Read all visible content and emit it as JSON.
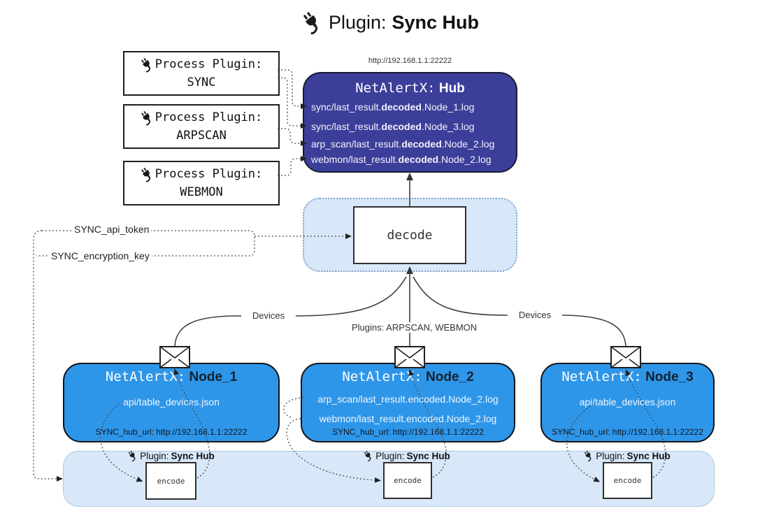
{
  "title": {
    "prefix": "Plugin:",
    "bold": "Sync Hub"
  },
  "process_plugins": [
    {
      "label": "Process Plugin:",
      "name": "SYNC"
    },
    {
      "label": "Process Plugin:",
      "name": "ARPSCAN"
    },
    {
      "label": "Process Plugin:",
      "name": "WEBMON"
    }
  ],
  "hub": {
    "url": "http://192.168.1.1:22222",
    "title_mono": "NetAlertX:",
    "title_bold": "Hub",
    "log_lines": [
      {
        "pre": "sync/last_result.",
        "bold": "decoded",
        "post": ".Node_1.log"
      },
      {
        "pre": "sync/last_result.",
        "bold": "decoded",
        "post": ".Node_3.log"
      },
      {
        "pre": "arp_scan/last_result.",
        "bold": "decoded",
        "post": ".Node_2.log"
      },
      {
        "pre": "webmon/last_result.",
        "bold": "decoded",
        "post": ".Node_2.log"
      }
    ]
  },
  "decode": {
    "label": "decode"
  },
  "settings": {
    "api_token": "SYNC_api_token",
    "encryption_key": "SYNC_encryption_key"
  },
  "edges": {
    "devices_left": "Devices",
    "devices_right": "Devices",
    "plugins_center": "Plugins: ARPSCAN, WEBMON"
  },
  "nodes": [
    {
      "title_mono": "NetAlertX:",
      "title_bold": "Node_1",
      "files": [
        "api/table_devices.json"
      ],
      "hub_url": "SYNC_hub_url: http://192.168.1.1:22222"
    },
    {
      "title_mono": "NetAlertX:",
      "title_bold": "Node_2",
      "files": [
        "arp_scan/last_result.encoded.Node_2.log",
        "webmon/last_result.encoded.Node_2.log"
      ],
      "hub_url": "SYNC_hub_url: http://192.168.1.1:22222"
    },
    {
      "title_mono": "NetAlertX:",
      "title_bold": "Node_3",
      "files": [
        "api/table_devices.json"
      ],
      "hub_url": "SYNC_hub_url: http://192.168.1.1:22222"
    }
  ],
  "encode_band": {
    "plugin_label_prefix": "Plugin:",
    "plugin_label_bold": "Sync Hub",
    "encode_label": "encode"
  },
  "colors": {
    "hub_bg": "#3c3f99",
    "node_bg": "#2e96e9",
    "band_bg": "#d8e8f8",
    "text_on_blue": "#ffffff",
    "dark_accent": "#17212e"
  }
}
